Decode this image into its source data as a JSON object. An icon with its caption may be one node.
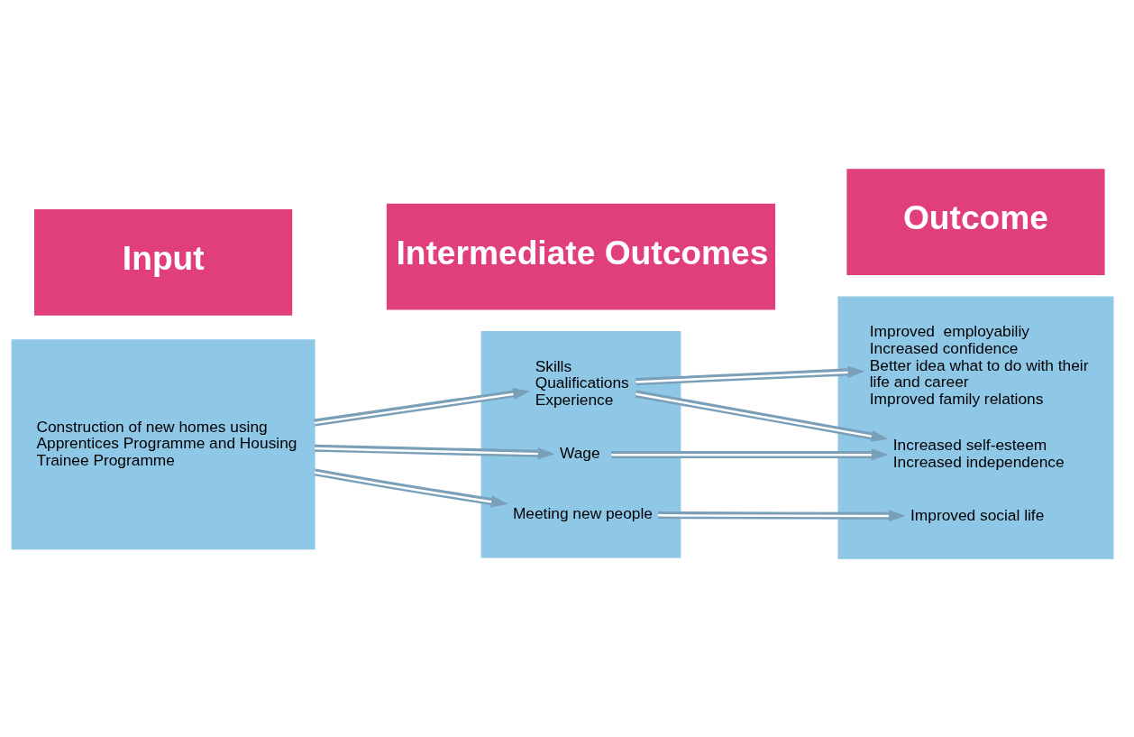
{
  "diagram": {
    "nodes": [
      {
        "text": [
          "Input"
        ]
      },
      {
        "text": [
          "Construction of new homes using Apprentices Programme and Housing Trainee Programme"
        ]
      },
      {
        "text": [
          "Intermediate Outcomes"
        ]
      },
      {
        "text": [],
        "shape": "box"
      },
      {
        "text": [
          "Skills",
          "Qualifications",
          "Experience"
        ],
        "in": 3
      },
      {
        "text": [
          "Wage"
        ],
        "in": 3
      },
      {
        "text": [
          "Meeting new people"
        ],
        "in": 3
      },
      {
        "text": [
          "Outcome"
        ]
      },
      {
        "text": [],
        "shape": "box"
      },
      {
        "text": [
          "Improved  employabiliy",
          "Increased confidence",
          "Better idea what to do with their life and career",
          "Improved family relations"
        ],
        "in": 8
      },
      {
        "text": [
          "Increased self-esteem",
          "Increased independence"
        ],
        "in": 8
      },
      {
        "text": [
          "Improved social life"
        ],
        "in": 8
      }
    ],
    "edges": [
      {
        "from": 1,
        "to": 4,
        "arrow": "to"
      },
      {
        "from": 1,
        "to": 5,
        "arrow": "to"
      },
      {
        "from": 1,
        "to": 6,
        "arrow": "to"
      },
      {
        "from": 4,
        "to": 9,
        "arrow": "to"
      },
      {
        "from": 4,
        "to": 10,
        "arrow": "to"
      },
      {
        "from": 5,
        "to": 10,
        "arrow": "to"
      },
      {
        "from": 6,
        "to": 11,
        "arrow": "to"
      }
    ]
  }
}
